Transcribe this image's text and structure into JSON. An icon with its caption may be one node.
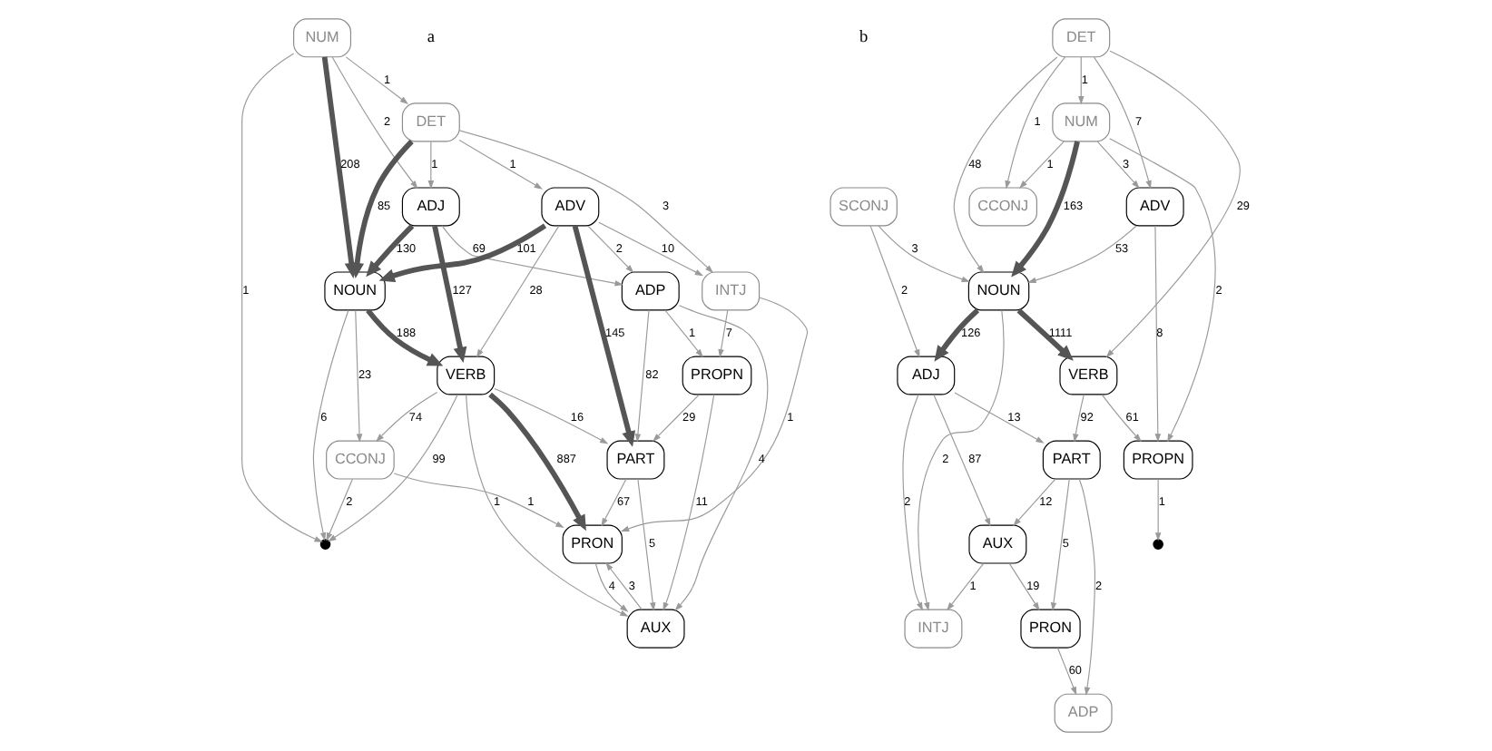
{
  "diagram": {
    "nodes": [
      {
        "text": [
          "NUM"
        ]
      },
      {
        "text": [
          "DET"
        ]
      },
      {
        "text": [
          "NOUN"
        ]
      },
      {
        "text": [
          "ADJ"
        ]
      },
      {
        "text": [],
        "shape": "circle"
      },
      {
        "text": [
          "VERB"
        ]
      },
      {
        "text": [
          "ADV"
        ]
      },
      {
        "text": [
          "CCONJ"
        ]
      },
      {
        "text": [
          "INTJ"
        ]
      },
      {
        "text": [
          "ADP"
        ]
      },
      {
        "text": [
          "PART"
        ]
      },
      {
        "text": [
          "PRON"
        ]
      },
      {
        "text": [
          "PROPN"
        ]
      },
      {
        "text": [
          "AUX"
        ]
      },
      {
        "text": [
          "SCONJ"
        ]
      },
      {
        "text": [
          "DET"
        ]
      },
      {
        "text": [
          "NOUN"
        ]
      },
      {
        "text": [
          "ADJ"
        ]
      },
      {
        "text": [
          "INTJ"
        ]
      },
      {
        "text": [
          "CCONJ"
        ]
      },
      {
        "text": [
          "ADV"
        ]
      },
      {
        "text": [
          "VERB"
        ]
      },
      {
        "text": [
          "PART"
        ]
      },
      {
        "text": [
          "AUX"
        ]
      },
      {
        "text": [
          "NUM"
        ]
      },
      {
        "text": [
          "PRON"
        ]
      },
      {
        "text": [
          "PROPN"
        ]
      },
      {
        "text": [
          "ADP"
        ]
      },
      {
        "text": [],
        "shape": "circle"
      }
    ],
    "edges": [
      {
        "from": 0,
        "to": 1,
        "arrow": "to",
        "label": "1"
      },
      {
        "from": 0,
        "to": 4,
        "arrow": "to",
        "label": "1"
      },
      {
        "from": 0,
        "to": 3,
        "arrow": "to",
        "label": "2"
      },
      {
        "from": 0,
        "to": 2,
        "arrow": "to",
        "label": "208",
        "style": "thick"
      },
      {
        "from": 1,
        "to": 2,
        "arrow": "to",
        "label": "85",
        "style": "thick"
      },
      {
        "from": 1,
        "to": 3,
        "arrow": "to",
        "label": "1"
      },
      {
        "from": 1,
        "to": 6,
        "arrow": "to",
        "label": "1"
      },
      {
        "from": 1,
        "to": 8,
        "arrow": "to",
        "label": "3"
      },
      {
        "from": 3,
        "to": 2,
        "arrow": "to",
        "label": "130",
        "style": "thick"
      },
      {
        "from": 2,
        "to": 4,
        "arrow": "to",
        "label": "6"
      },
      {
        "from": 3,
        "to": 5,
        "arrow": "to",
        "label": "127",
        "style": "thick"
      },
      {
        "from": 2,
        "to": 5,
        "arrow": "to",
        "label": "188",
        "style": "thick"
      },
      {
        "from": 5,
        "to": 4,
        "arrow": "to",
        "label": "99"
      },
      {
        "from": 2,
        "to": 7,
        "arrow": "to",
        "label": "23"
      },
      {
        "from": 5,
        "to": 7,
        "arrow": "to",
        "label": "74"
      },
      {
        "from": 5,
        "to": 11,
        "arrow": "to",
        "label": "887",
        "style": "thick"
      },
      {
        "from": 6,
        "to": 5,
        "arrow": "to",
        "label": "28"
      },
      {
        "from": 6,
        "to": 10,
        "arrow": "to",
        "label": "145",
        "style": "thick"
      },
      {
        "from": 3,
        "to": 9,
        "arrow": "to",
        "label": "69"
      },
      {
        "from": 6,
        "to": 8,
        "arrow": "to",
        "label": "10"
      },
      {
        "from": 6,
        "to": 9,
        "arrow": "to",
        "label": "2"
      },
      {
        "from": 8,
        "to": 11,
        "arrow": "to",
        "label": "1"
      },
      {
        "from": 8,
        "to": 12,
        "arrow": "to",
        "label": "7"
      },
      {
        "from": 12,
        "to": 13,
        "arrow": "to",
        "label": "11"
      },
      {
        "from": 12,
        "to": 10,
        "arrow": "to",
        "label": "29"
      },
      {
        "from": 9,
        "to": 12,
        "arrow": "to",
        "label": "1"
      },
      {
        "from": 9,
        "to": 10,
        "arrow": "to",
        "label": "82"
      },
      {
        "from": 10,
        "to": 13,
        "arrow": "to",
        "label": "5"
      },
      {
        "from": 10,
        "to": 11,
        "arrow": "to",
        "label": "67"
      },
      {
        "from": 13,
        "to": 11,
        "arrow": "to",
        "label": "3"
      },
      {
        "from": 11,
        "to": 13,
        "arrow": "to",
        "label": "4"
      },
      {
        "from": 7,
        "to": 11,
        "arrow": "to",
        "label": "1"
      },
      {
        "from": 7,
        "to": 4,
        "arrow": "to",
        "label": "2"
      },
      {
        "from": 5,
        "to": 13,
        "arrow": "to",
        "label": "1"
      },
      {
        "from": 9,
        "to": 13,
        "arrow": "to",
        "label": "4"
      },
      {
        "from": 5,
        "to": 10,
        "arrow": "to",
        "label": "16"
      },
      {
        "from": 6,
        "to": 2,
        "arrow": "to",
        "label": "101",
        "style": "thick"
      },
      {
        "from": 14,
        "to": 16,
        "arrow": "to",
        "label": "3"
      },
      {
        "from": 14,
        "to": 17,
        "arrow": "to",
        "label": "2"
      },
      {
        "from": 15,
        "to": 19,
        "arrow": "to",
        "label": "1"
      },
      {
        "from": 15,
        "to": 24,
        "arrow": "to",
        "label": "1"
      },
      {
        "from": 15,
        "to": 16,
        "arrow": "to",
        "label": "48"
      },
      {
        "from": 15,
        "to": 21,
        "arrow": "to",
        "label": "29"
      },
      {
        "from": 15,
        "to": 20,
        "arrow": "to",
        "label": "7"
      },
      {
        "from": 16,
        "to": 17,
        "arrow": "to",
        "label": "126",
        "style": "thick"
      },
      {
        "from": 16,
        "to": 21,
        "arrow": "to",
        "label": "1111",
        "style": "thick"
      },
      {
        "from": 17,
        "to": 23,
        "arrow": "to",
        "label": "87"
      },
      {
        "from": 17,
        "to": 18,
        "arrow": "to",
        "label": "2"
      },
      {
        "from": 16,
        "to": 18,
        "arrow": "to",
        "label": "2"
      },
      {
        "from": 24,
        "to": 20,
        "arrow": "to",
        "label": "3"
      },
      {
        "from": 24,
        "to": 26,
        "arrow": "to",
        "label": "2"
      },
      {
        "from": 24,
        "to": 19,
        "arrow": "to",
        "label": "1"
      },
      {
        "from": 20,
        "to": 26,
        "arrow": "to",
        "label": "8"
      },
      {
        "from": 20,
        "to": 16,
        "arrow": "to",
        "label": "53"
      },
      {
        "from": 24,
        "to": 16,
        "arrow": "to",
        "label": "163",
        "style": "thick"
      },
      {
        "from": 21,
        "to": 22,
        "arrow": "to",
        "label": "92"
      },
      {
        "from": 21,
        "to": 26,
        "arrow": "to",
        "label": "61"
      },
      {
        "from": 22,
        "to": 23,
        "arrow": "to",
        "label": "12"
      },
      {
        "from": 23,
        "to": 25,
        "arrow": "to",
        "label": "19"
      },
      {
        "from": 22,
        "to": 25,
        "arrow": "to",
        "label": "5"
      },
      {
        "from": 22,
        "to": 27,
        "arrow": "to",
        "label": "2"
      },
      {
        "from": 25,
        "to": 27,
        "arrow": "to",
        "label": "60"
      },
      {
        "from": 26,
        "to": 28,
        "arrow": "to",
        "label": "1"
      },
      {
        "from": 17,
        "to": 22,
        "arrow": "to",
        "label": "13"
      },
      {
        "from": 23,
        "to": 18,
        "arrow": "to",
        "label": "1"
      }
    ],
    "labels": [
      "a",
      "b"
    ]
  }
}
